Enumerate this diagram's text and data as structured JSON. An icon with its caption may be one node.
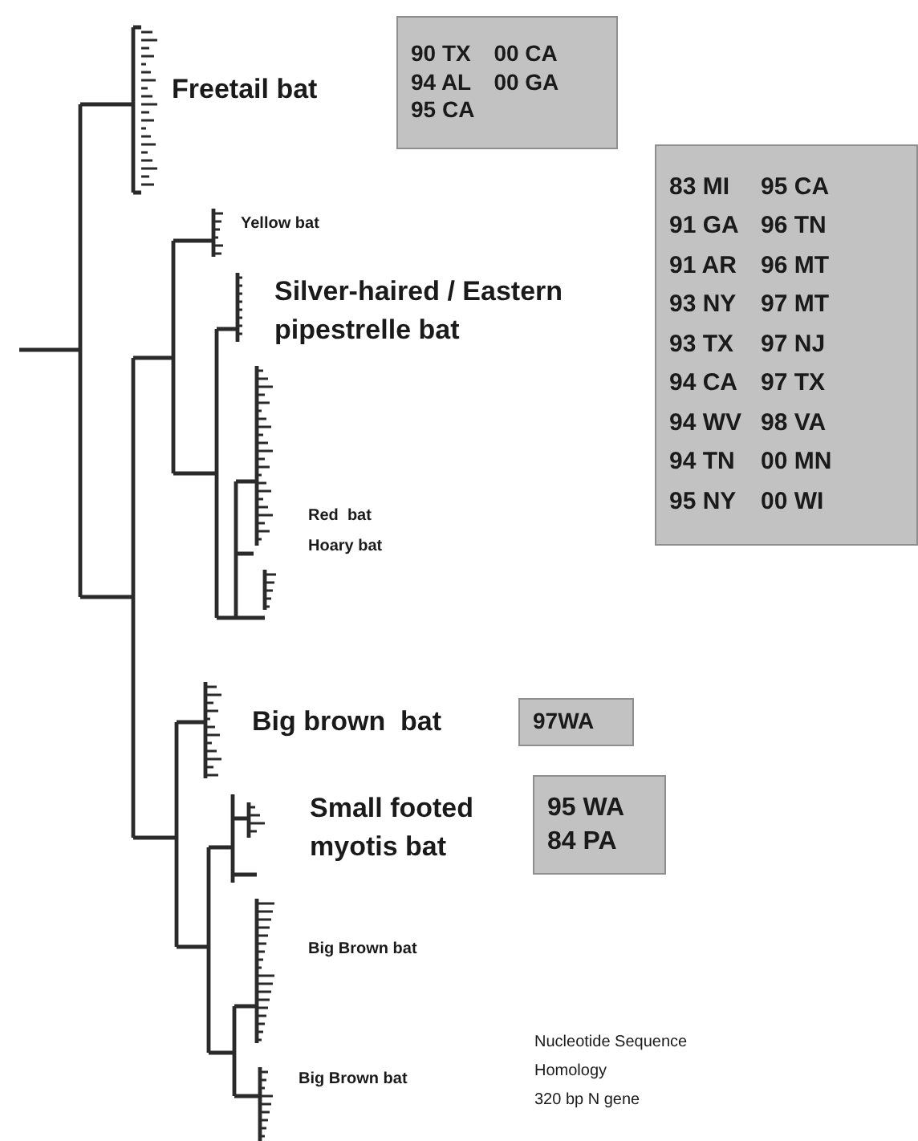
{
  "diagram": {
    "nodes": [
      {
        "text": [
          "90 TX",
          "00 CA",
          "94 AL",
          "00 GA",
          "95 CA"
        ]
      },
      {
        "text": [
          "83 MI",
          "95 CA",
          "91 GA",
          "96 TN",
          "91 AR",
          "96 MT",
          "93 NY",
          "97 MT",
          "93 TX",
          "97 NJ",
          "94 CA",
          "97 TX",
          "94 WV",
          "98 VA",
          "94 TN",
          "00 MN",
          "95 NY",
          "00 WI"
        ]
      },
      {
        "text": [
          "97WA"
        ]
      },
      {
        "text": [
          "95 WA",
          "84 PA"
        ]
      }
    ],
    "labels": [
      "Freetail bat",
      "Yellow bat",
      "Silver-haired / Eastern pipestrelle bat",
      "Red  bat",
      "Hoary bat",
      "Big brown  bat",
      "Small footed myotis bat",
      "Big Brown bat",
      "Big Brown bat",
      "Nucleotide Sequence",
      "Homology",
      "320 bp N gene"
    ]
  }
}
